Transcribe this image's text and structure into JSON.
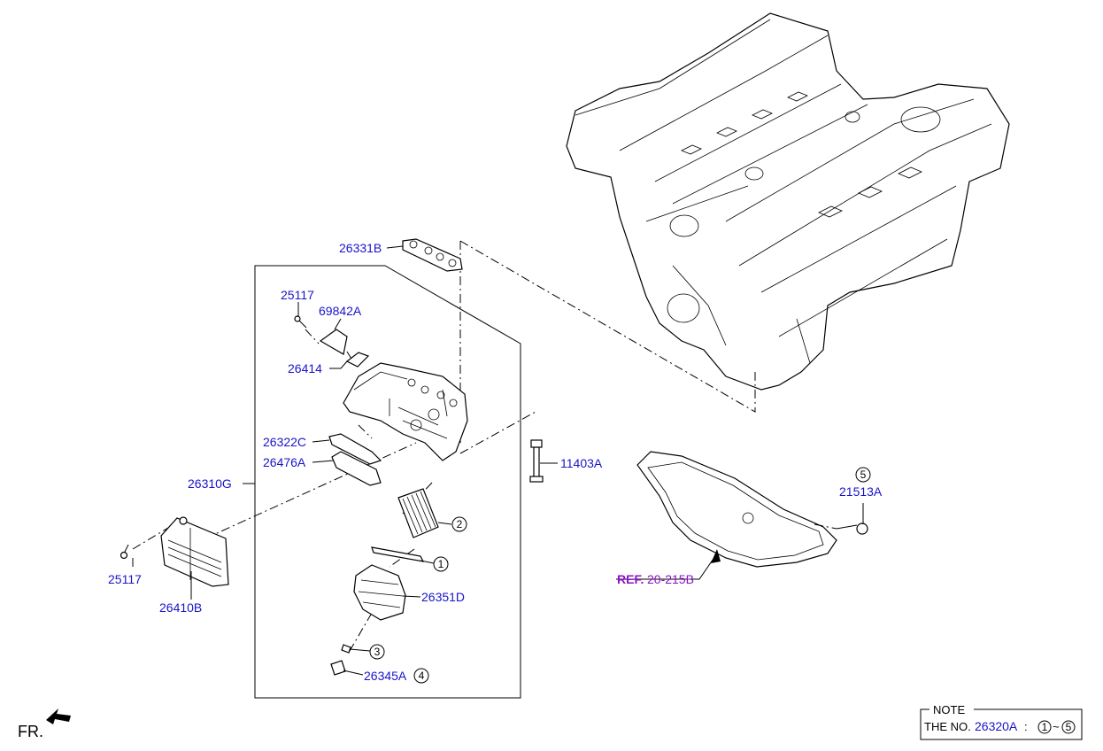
{
  "parts": {
    "p26331B": "26331B",
    "p25117_top": "25117",
    "p69842A": "69842A",
    "p26414": "26414",
    "p26322C": "26322C",
    "p26476A": "26476A",
    "p26310G": "26310G",
    "p11403A": "11403A",
    "p25117_left": "25117",
    "p26410B": "26410B",
    "p26351D": "26351D",
    "p26345A": "26345A",
    "p21513A": "21513A"
  },
  "callouts": {
    "c1": "1",
    "c2": "2",
    "c3": "3",
    "c4": "4",
    "c5": "5"
  },
  "reference": {
    "tag": "REF.",
    "number": "20-215B"
  },
  "front_label": "FR.",
  "note": {
    "title": "NOTE",
    "prefix": "THE NO.",
    "part": "26320A",
    "sep": ":",
    "range_start": "1",
    "tilde": "~",
    "range_end": "5"
  }
}
